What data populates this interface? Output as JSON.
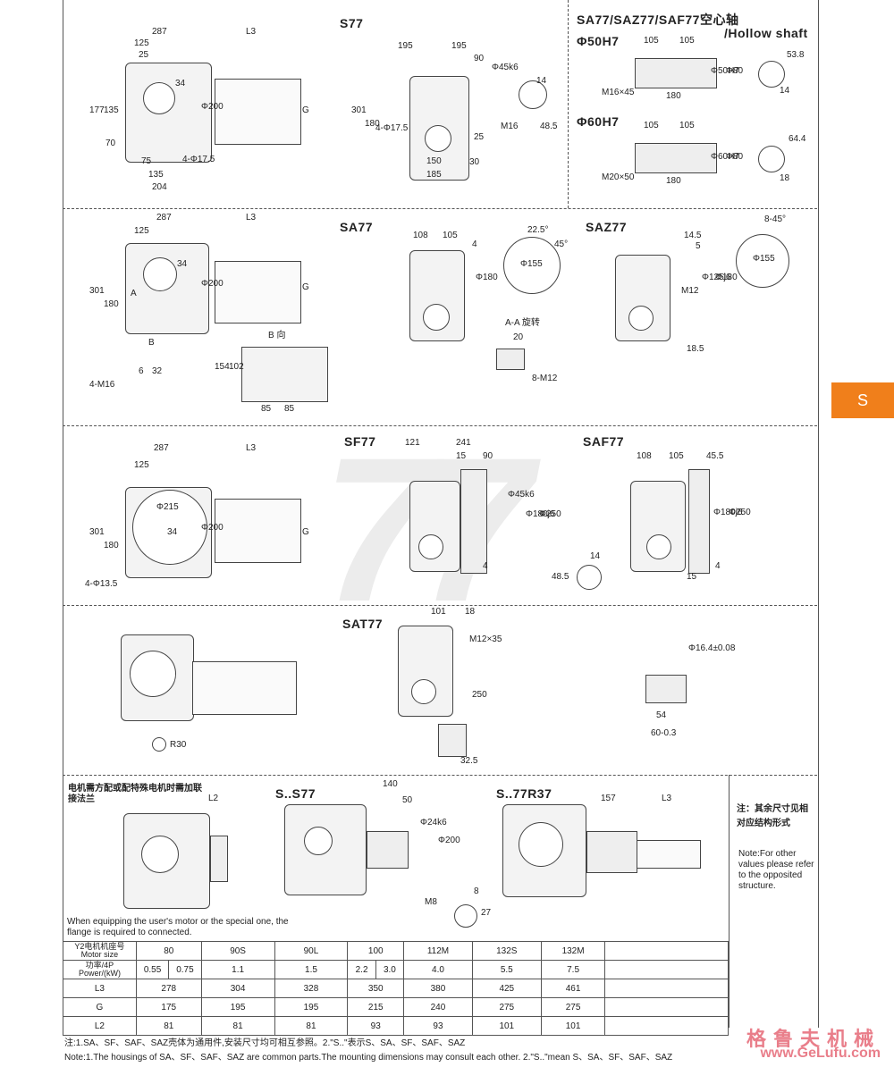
{
  "side_tab": "S",
  "watermark": "77",
  "sections": {
    "s77": {
      "title": "S77",
      "dims": [
        "287",
        "L3",
        "125",
        "25",
        "177",
        "135",
        "70",
        "34",
        "Φ200",
        "G",
        "75",
        "135",
        "204",
        "4-Φ17.5",
        "195",
        "195",
        "90",
        "Φ45k6",
        "301",
        "180",
        "4-Φ17.5",
        "150",
        "185",
        "25",
        "30",
        "M16",
        "14",
        "48.5"
      ]
    },
    "hollow": {
      "title": "SA77/SAZ77/SAF77空心轴",
      "subtitle": "/Hollow shaft",
      "d50": "Φ50H7",
      "d60": "Φ60H7",
      "dims50": [
        "105",
        "105",
        "M16×45",
        "180",
        "Φ50H7",
        "Φ80",
        "53.8",
        "14"
      ],
      "dims60": [
        "105",
        "105",
        "M20×50",
        "180",
        "Φ60H7",
        "Φ80",
        "64.4",
        "18"
      ]
    },
    "sa77": {
      "title": "SA77",
      "dims": [
        "287",
        "L3",
        "125",
        "301",
        "180",
        "34",
        "Φ200",
        "G",
        "A",
        "B",
        "B 向",
        "154",
        "102",
        "85",
        "85",
        "4-M16",
        "6",
        "32",
        "108",
        "105",
        "4",
        "Φ180",
        "22.5°",
        "45°",
        "Φ155",
        "A-A 旋转",
        "20",
        "8-M12"
      ]
    },
    "saz77": {
      "title": "SAZ77",
      "dims": [
        "14.5",
        "5",
        "M12",
        "Φ125j6",
        "Φ180",
        "18.5",
        "8-45°",
        "Φ155"
      ]
    },
    "sf77": {
      "title": "SF77",
      "dims": [
        "287",
        "L3",
        "125",
        "301",
        "180",
        "Φ215",
        "34",
        "Φ200",
        "G",
        "4-Φ13.5",
        "121",
        "241",
        "15",
        "90",
        "Φ45k6",
        "Φ180j6",
        "Φ250",
        "4",
        "14",
        "48.5"
      ]
    },
    "saf77": {
      "title": "SAF77",
      "dims": [
        "108",
        "105",
        "45.5",
        "Φ180j6",
        "Φ250",
        "15",
        "4"
      ]
    },
    "sat77": {
      "title": "SAT77",
      "dims": [
        "101",
        "18",
        "M12×35",
        "250",
        "32.5",
        "R30",
        "Φ16.4±0.08",
        "54",
        "60-0.3"
      ]
    },
    "flange": {
      "note_cn": "电机需方配或配特殊电机时需加联接法兰",
      "l2": "L2",
      "note_en": "When equipping the user's motor or the special one, the flange is required to connected."
    },
    "ss77": {
      "title": "S..S77",
      "dims": [
        "140",
        "50",
        "Φ24k6",
        "Φ200",
        "M8",
        "8",
        "27"
      ]
    },
    "s77r37": {
      "title": "S..77R37",
      "dims": [
        "157",
        "L3"
      ]
    },
    "side_note": {
      "cn": "注：其余尺寸见相对应结构形式",
      "en": "Note:For other values please refer to the opposited structure."
    }
  },
  "table": {
    "header_cn": "Y2电机机座号",
    "header_en": "Motor size",
    "sizes": [
      "80",
      "90S",
      "90L",
      "100",
      "112M",
      "132S",
      "132M"
    ],
    "power_label_cn": "功率/4P",
    "power_label_en": "Power/(kW)",
    "powers": [
      "0.55",
      "0.75",
      "1.1",
      "1.5",
      "2.2",
      "3.0",
      "4.0",
      "5.5",
      "7.5"
    ],
    "rows": [
      {
        "label": "L3",
        "values": [
          "278",
          "304",
          "328",
          "350",
          "380",
          "425",
          "461"
        ]
      },
      {
        "label": "G",
        "values": [
          "175",
          "195",
          "195",
          "215",
          "240",
          "275",
          "275"
        ]
      },
      {
        "label": "L2",
        "values": [
          "81",
          "81",
          "81",
          "93",
          "93",
          "101",
          "101"
        ]
      }
    ]
  },
  "footnote_cn": "注:1.SA、SF、SAF、SAZ壳体为通用件,安装尺寸均可相互参照。2.\"S..\"表示S、SA、SF、SAF、SAZ",
  "footnote_en": "Note:1.The housings of SA、SF、SAF、SAZ are common parts.The mounting dimensions may consult each other. 2.\"S..\"mean S、SA、SF、SAF、SAZ",
  "brand": "格鲁夫机械",
  "url": "www.GeLufu.com"
}
